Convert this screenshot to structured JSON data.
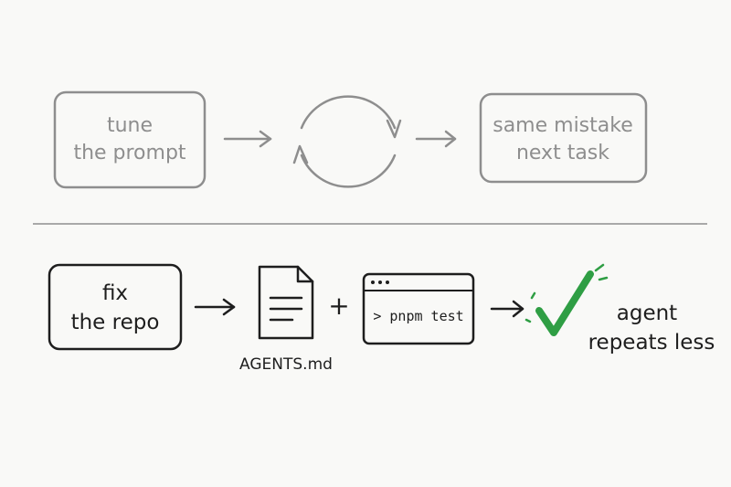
{
  "top_row": {
    "box1": {
      "line1": "tune",
      "line2": "the prompt"
    },
    "box2": {
      "line1": "same mistake",
      "line2": "next task"
    }
  },
  "bottom_row": {
    "box1": {
      "line1": "fix",
      "line2": "the repo"
    },
    "document_label": "AGENTS.md",
    "plus": "+",
    "terminal_command": "> pnpm test",
    "result": {
      "line1": "agent",
      "line2": "repeats less"
    }
  },
  "colors": {
    "muted": "#8e8e8e",
    "ink": "#1e1e1e",
    "divider": "#a9a9a9",
    "check": "#2f9e44",
    "background": "#f9f9f7"
  },
  "icons": [
    "refresh-cycle-icon",
    "document-icon",
    "terminal-window-icon",
    "checkmark-icon"
  ]
}
